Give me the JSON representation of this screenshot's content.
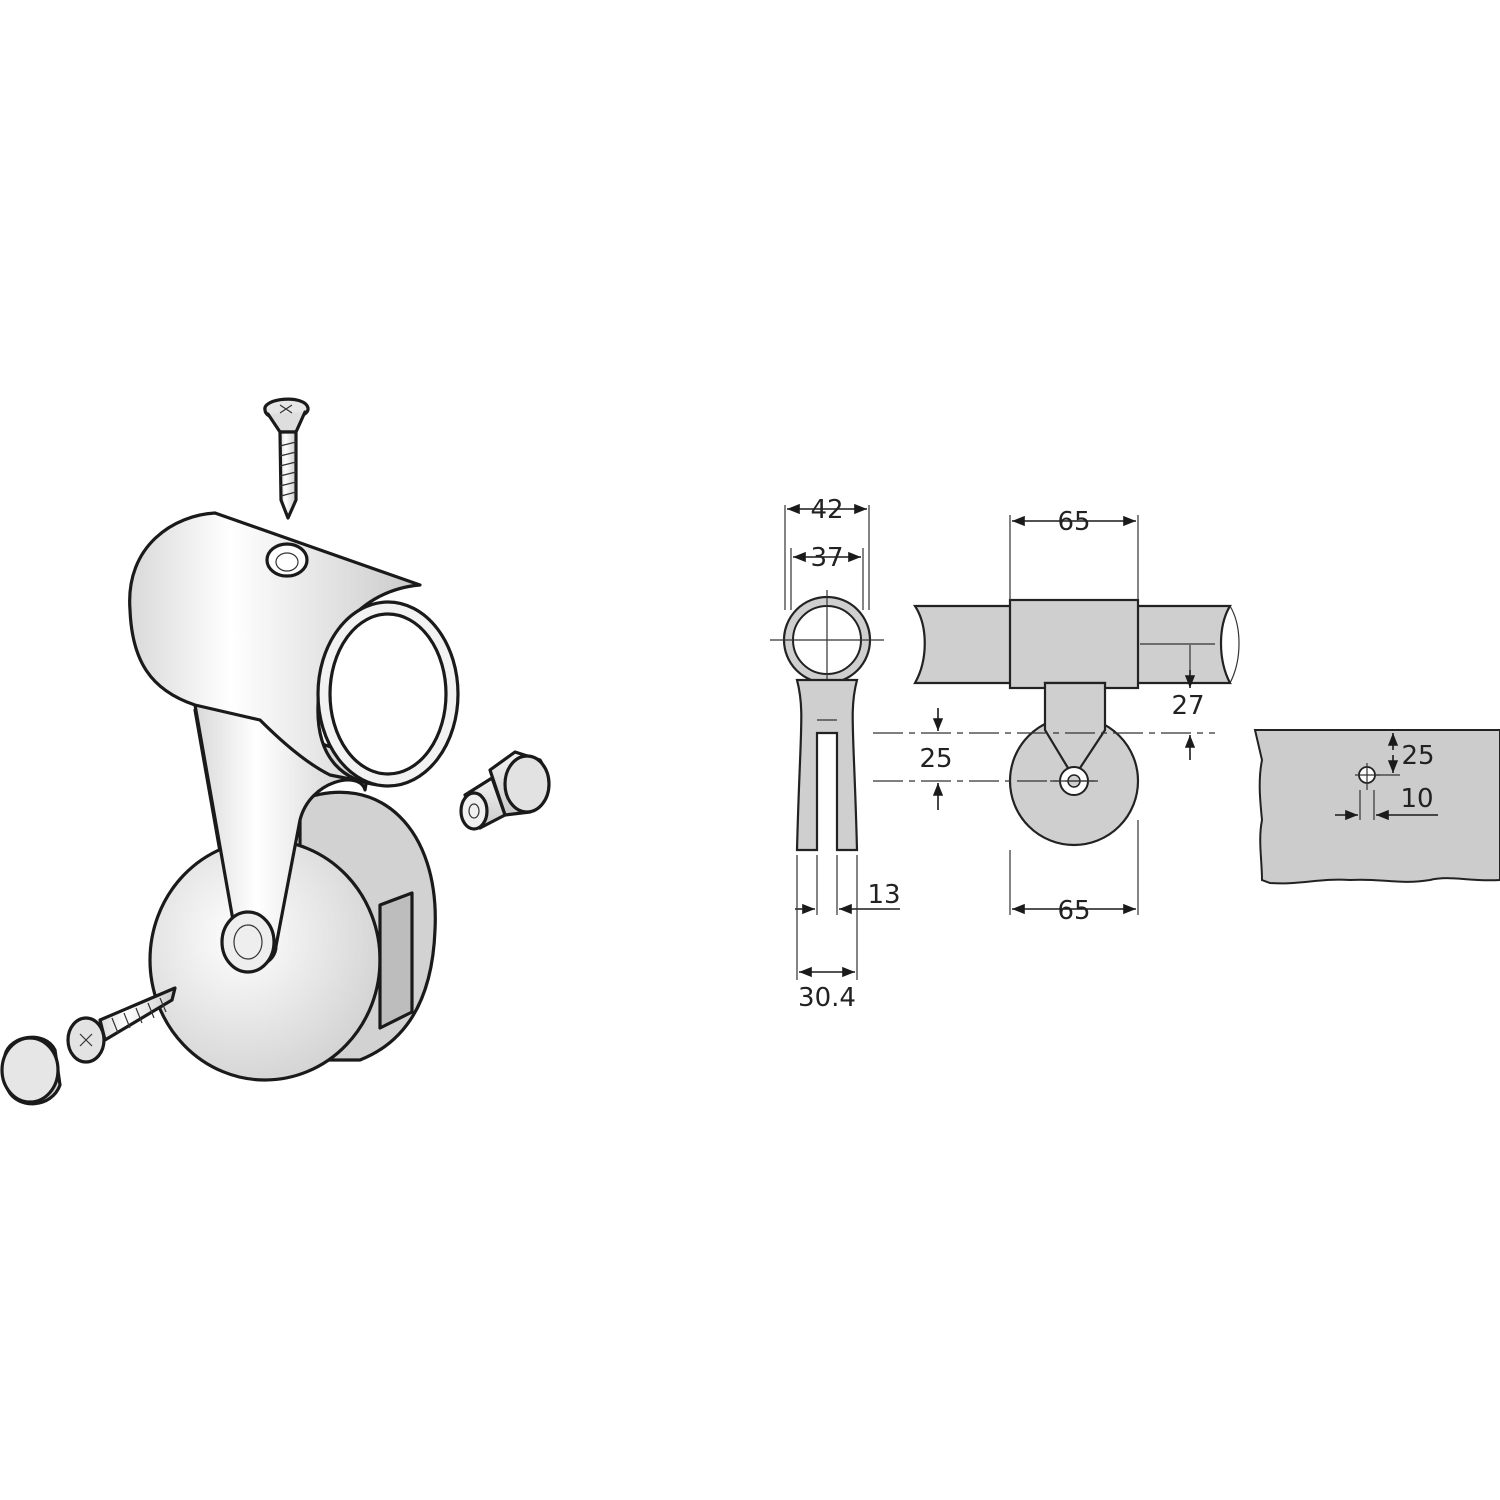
{
  "dimensions": {
    "width_outer": "42",
    "width_inner": "37",
    "slot_width": "13",
    "base_width": "30.4",
    "top_width": "65",
    "bottom_width": "65",
    "center_offset": "27",
    "hole_depth": "25",
    "drill_depth": "25",
    "drill_offset": "10"
  },
  "colors": {
    "line": "#1a1a1a",
    "part_fill": "#cfcfcf",
    "panel_fill": "#cccccc",
    "highlight": "#ffffff"
  },
  "icons": {
    "screw_top": "countersunk-screw-icon",
    "screw_bottom": "countersunk-screw-icon",
    "cap": "cover-cap-icon",
    "pin": "locking-pin-icon"
  }
}
